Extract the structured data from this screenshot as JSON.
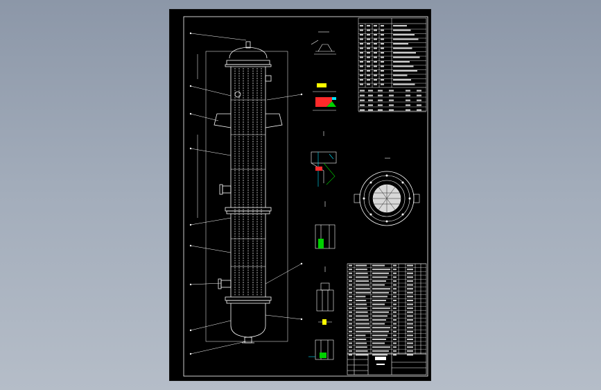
{
  "drawing": {
    "title_block": {
      "title": "",
      "subtitle": ""
    },
    "section_label": "",
    "detail_labels": [
      "I",
      "II",
      "III",
      "IV"
    ],
    "colors": {
      "background": "#000000",
      "frame": "#ffffff",
      "vessel": "#ffffff",
      "dimension": "#ffffff",
      "hatch": "#ff2a2a",
      "weld": "#00d000",
      "accent": "#ffff00",
      "cyan": "#00e5ff",
      "viewport_bg": "#9aa4b3"
    }
  }
}
